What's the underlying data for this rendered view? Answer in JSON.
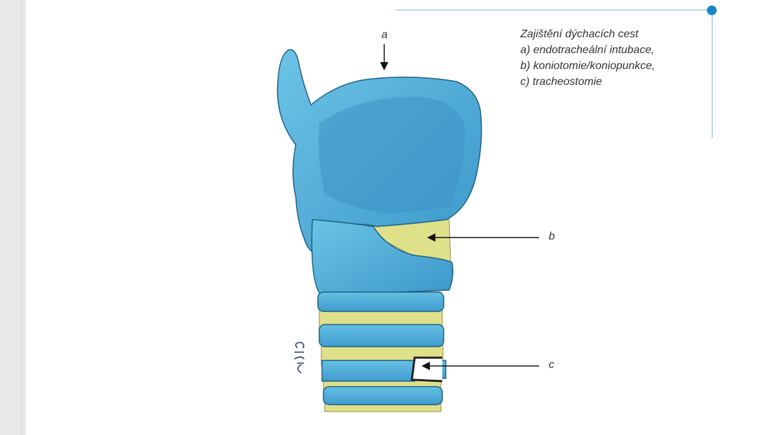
{
  "caption": {
    "title": "Zajištění dýchacích cest",
    "items": [
      "a) endotracheální intubace,",
      "b) koniotomie/koniopunkce,",
      "c) tracheostomie"
    ]
  },
  "markers": {
    "a": "a",
    "b": "b",
    "c": "c"
  },
  "colors": {
    "cartilage": "#5fb7de",
    "membrane": "#d9dd88",
    "accent": "#1a86c8",
    "rule": "#7ab8d8"
  }
}
